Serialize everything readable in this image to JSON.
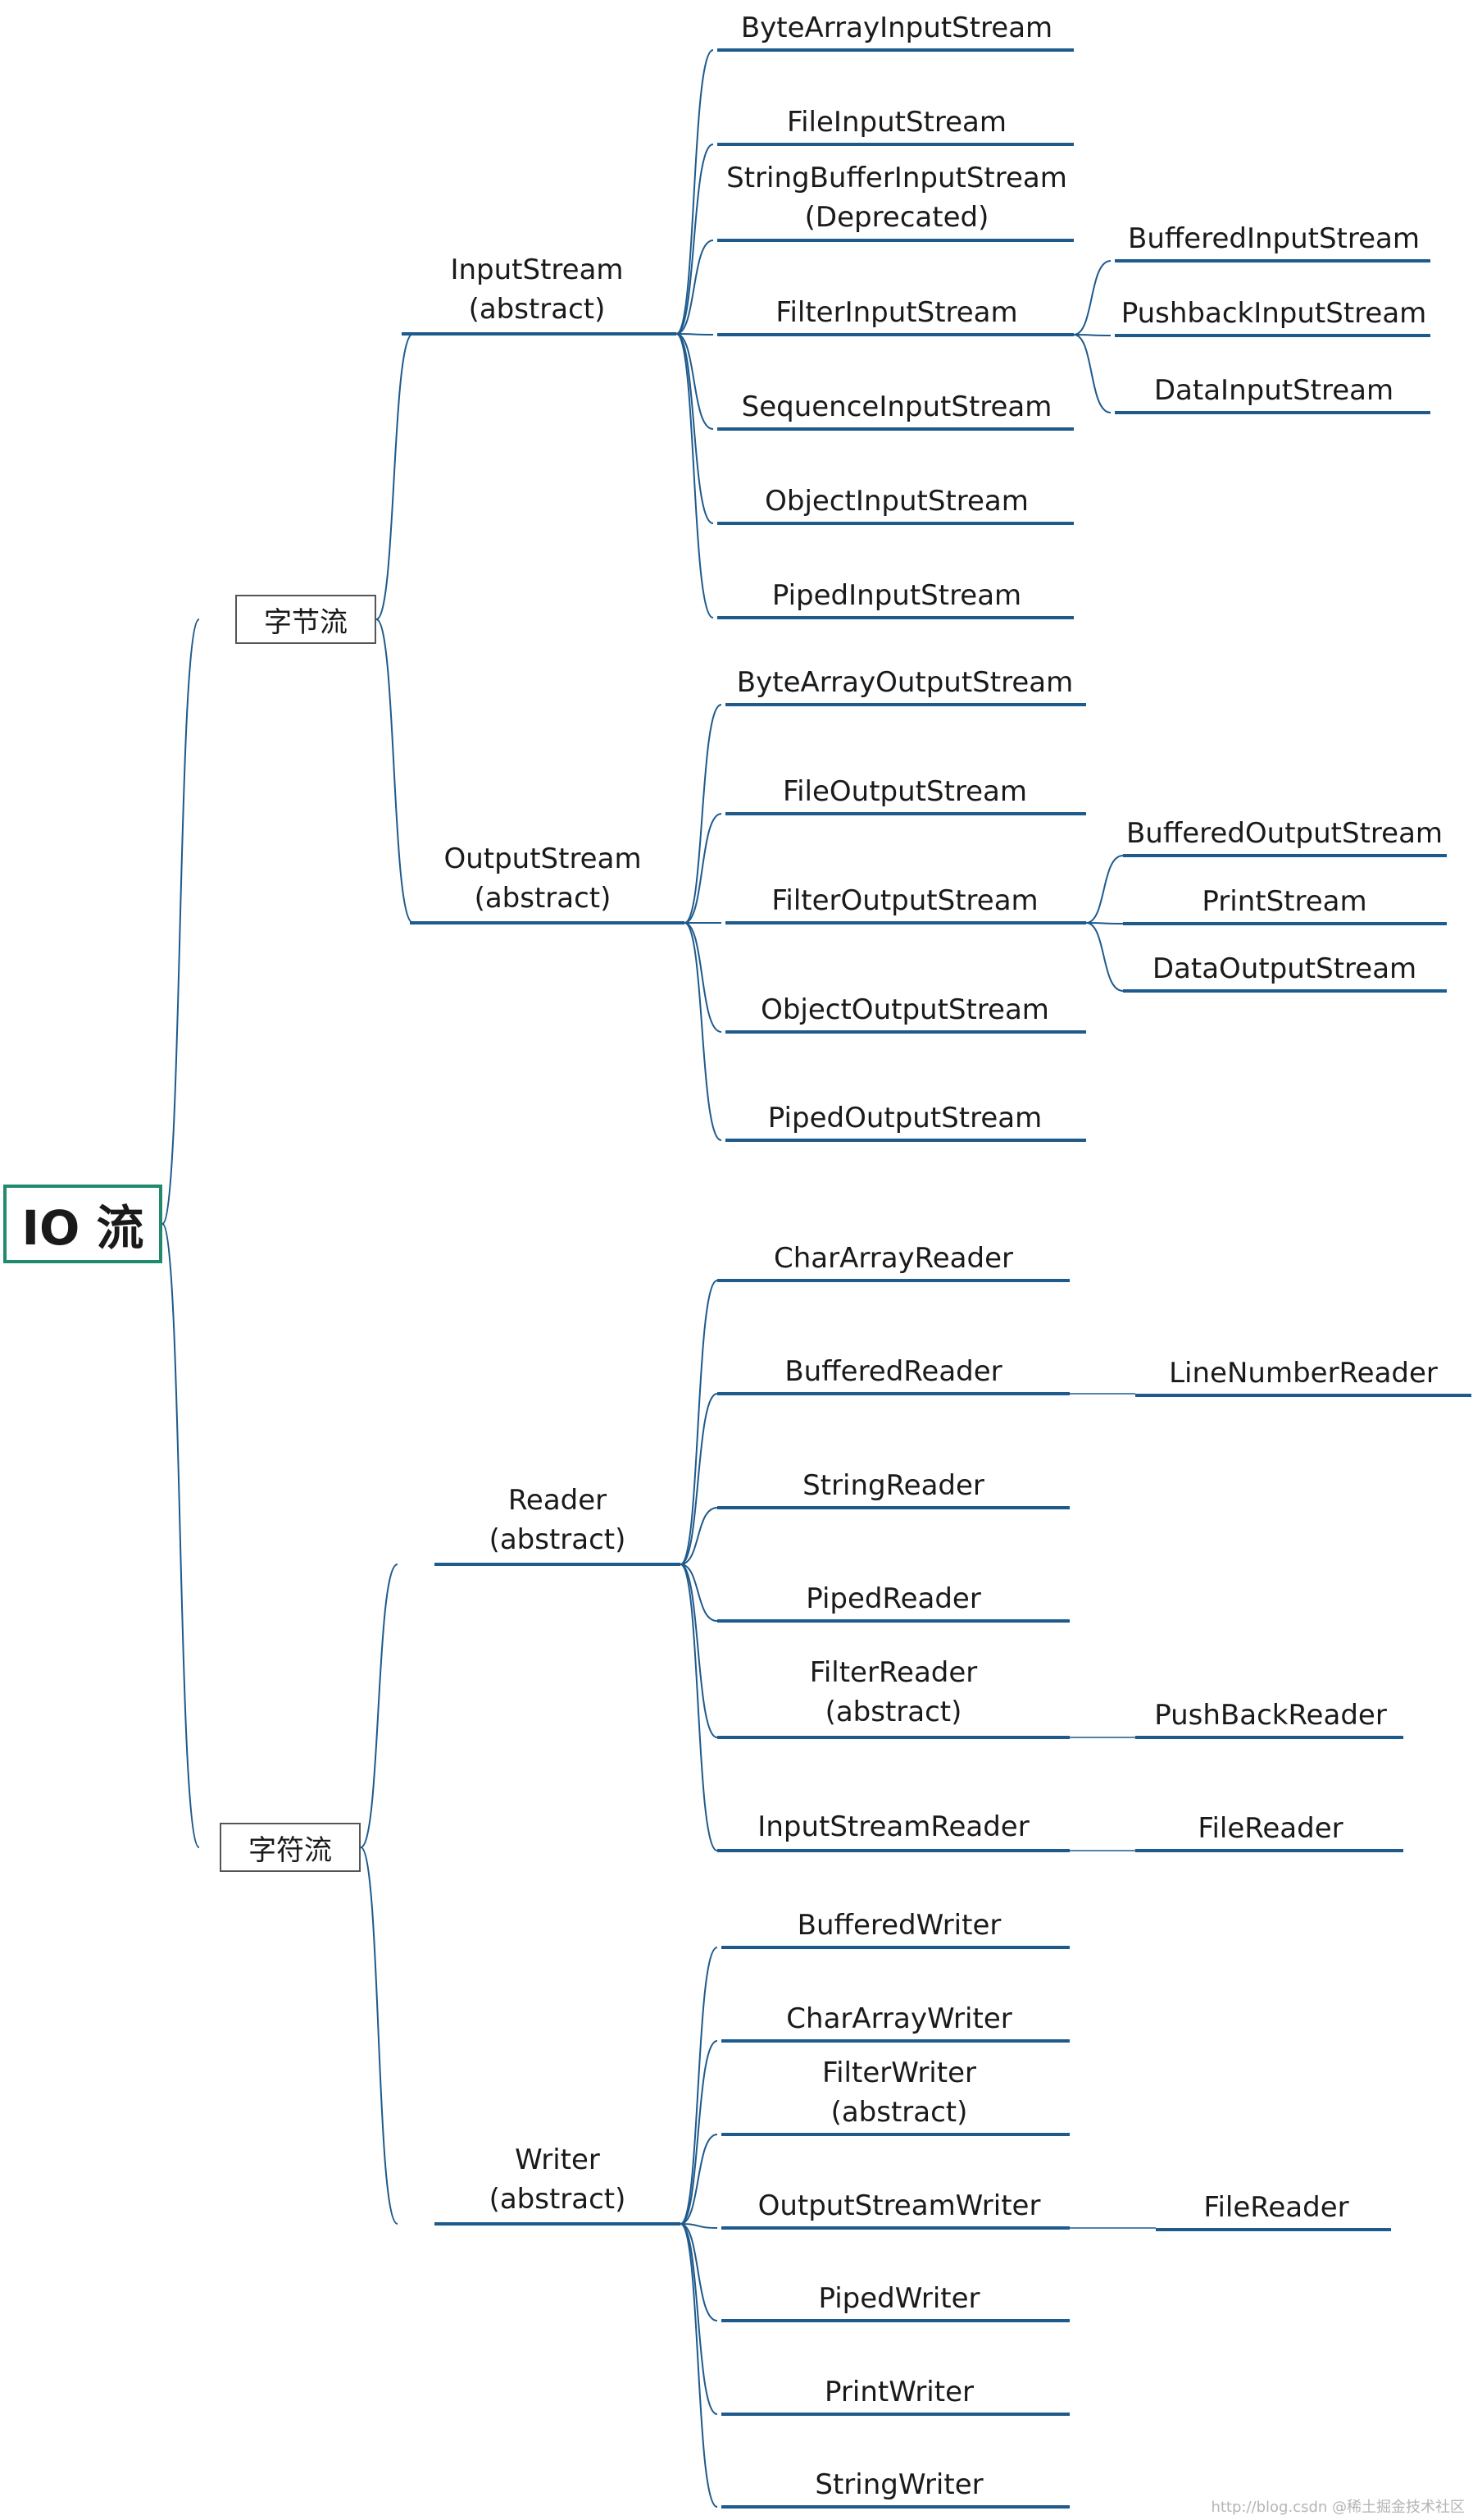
{
  "root": {
    "label": "IO 流"
  },
  "byte_stream": {
    "label": "字节流",
    "input": {
      "label": "InputStream",
      "sub": "(abstract)",
      "children": [
        {
          "label": "ByteArrayInputStream"
        },
        {
          "label": "FileInputStream"
        },
        {
          "label": "StringBufferInputStream",
          "sub": "(Deprecated)"
        },
        {
          "label": "FilterInputStream"
        },
        {
          "label": "SequenceInputStream"
        },
        {
          "label": "ObjectInputStream"
        },
        {
          "label": "PipedInputStream"
        }
      ],
      "filter_children": [
        {
          "label": "BufferedInputStream"
        },
        {
          "label": "PushbackInputStream"
        },
        {
          "label": "DataInputStream"
        }
      ]
    },
    "output": {
      "label": "OutputStream",
      "sub": "(abstract)",
      "children": [
        {
          "label": "ByteArrayOutputStream"
        },
        {
          "label": "FileOutputStream"
        },
        {
          "label": "FilterOutputStream"
        },
        {
          "label": "ObjectOutputStream"
        },
        {
          "label": "PipedOutputStream"
        }
      ],
      "filter_children": [
        {
          "label": "BufferedOutputStream"
        },
        {
          "label": "PrintStream"
        },
        {
          "label": "DataOutputStream"
        }
      ]
    }
  },
  "char_stream": {
    "label": "字符流",
    "reader": {
      "label": "Reader",
      "sub": "(abstract)",
      "children": [
        {
          "label": "CharArrayReader"
        },
        {
          "label": "BufferedReader"
        },
        {
          "label": "StringReader"
        },
        {
          "label": "PipedReader"
        },
        {
          "label": "FilterReader",
          "sub": "(abstract)"
        },
        {
          "label": "InputStreamReader"
        }
      ],
      "sub_children": {
        "buffered": "LineNumberReader",
        "filter": "PushBackReader",
        "inputstream": "FileReader"
      }
    },
    "writer": {
      "label": "Writer",
      "sub": "(abstract)",
      "children": [
        {
          "label": "BufferedWriter"
        },
        {
          "label": "CharArrayWriter"
        },
        {
          "label": "FilterWriter",
          "sub": "(abstract)"
        },
        {
          "label": "OutputStreamWriter"
        },
        {
          "label": "PipedWriter"
        },
        {
          "label": "PrintWriter"
        },
        {
          "label": "StringWriter"
        }
      ],
      "sub_children": {
        "outputstream": "FileReader"
      }
    }
  },
  "watermark": "http://blog.csdn @稀土掘金技术社区",
  "colors": {
    "line": "#1e5a8c",
    "root_border": "#1f8a6e",
    "box_border": "#555555"
  }
}
